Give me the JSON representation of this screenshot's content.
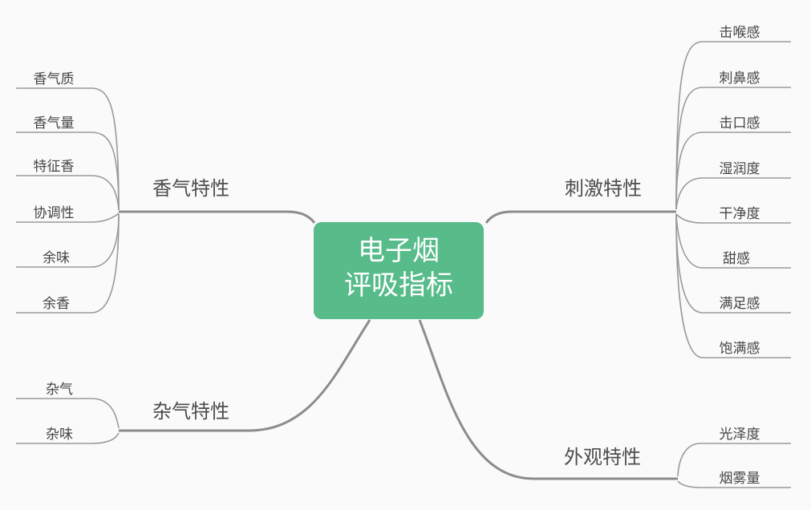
{
  "canvas": {
    "background_color": "#fafafa",
    "branch_line_color": "#8c8c8c",
    "leaf_line_color": "#9a9a9a"
  },
  "central_topic": {
    "line1": "电子烟",
    "line2": "评吸指标",
    "fill_color": "#57bb8a",
    "text_color": "#ffffff"
  },
  "branches": [
    {
      "label": "香气特性",
      "children": [
        "香气质",
        "香气量",
        "特征香",
        "协调性",
        "余味",
        "余香"
      ]
    },
    {
      "label": "刺激特性",
      "children": [
        "击喉感",
        "刺鼻感",
        "击口感",
        "湿润度",
        "干净度",
        "甜感",
        "满足感",
        "饱满感"
      ]
    },
    {
      "label": "杂气特性",
      "children": [
        "杂气",
        "杂味"
      ]
    },
    {
      "label": "外观特性",
      "children": [
        "光泽度",
        "烟雾量"
      ]
    }
  ]
}
